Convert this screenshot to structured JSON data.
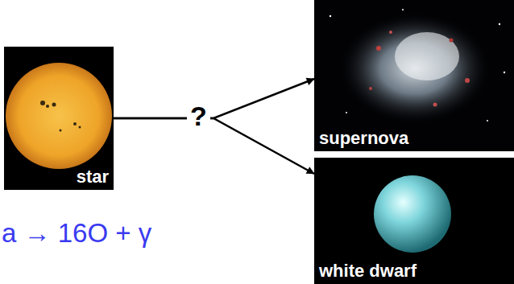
{
  "diagram": {
    "nodes": [
      {
        "text": [
          "star"
        ]
      },
      {
        "text": [
          "supernova"
        ]
      },
      {
        "text": [
          "white dwarf"
        ]
      }
    ],
    "edges": [
      {
        "from": 0,
        "to": 1,
        "arrow": "to"
      },
      {
        "from": 0,
        "to": 2,
        "arrow": "to"
      }
    ],
    "labels": [
      "?",
      "a → 16O + γ"
    ]
  }
}
